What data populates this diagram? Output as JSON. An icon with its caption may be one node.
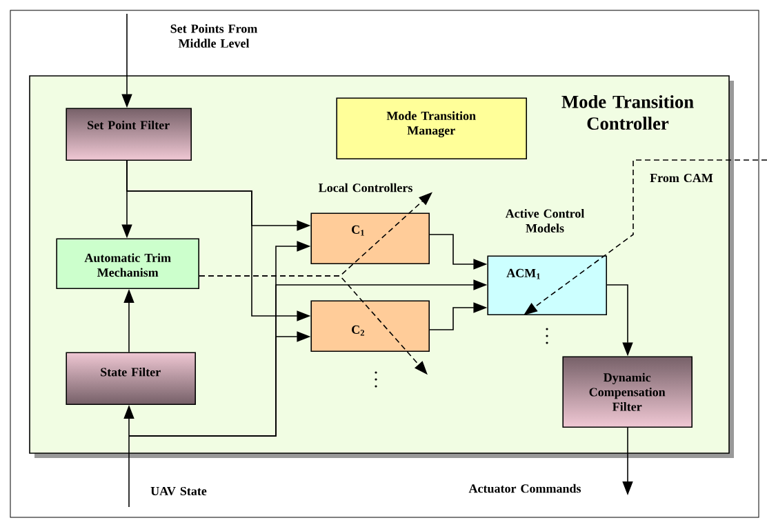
{
  "diagram": {
    "nodes": [
      {
        "text": [
          "Mode Transition Controller"
        ]
      },
      {
        "text": [
          "Set Point Filter"
        ],
        "in": 0
      },
      {
        "text": [
          "Mode Transition Manager"
        ],
        "in": 0
      },
      {
        "text": [
          "Automatic Trim Mechanism"
        ],
        "in": 0
      },
      {
        "text": [
          "C$_{1}$"
        ],
        "in": 0
      },
      {
        "text": [
          "ACM$_{1}$"
        ],
        "in": 0
      },
      {
        "text": [
          "C$_{2}$"
        ],
        "in": 0
      },
      {
        "text": [
          "State Filter"
        ],
        "in": 0
      },
      {
        "text": [
          "Dynamic Compensation Filter"
        ],
        "in": 0
      }
    ],
    "edges": [
      {
        "from": null,
        "to": 1,
        "arrow": "to",
        "label": "Set Points From Middle Level"
      },
      {
        "from": 1,
        "to": 3,
        "arrow": "to"
      },
      {
        "from": 1,
        "to": 4,
        "arrow": "to"
      },
      {
        "from": 1,
        "to": 6,
        "arrow": "to"
      },
      {
        "from": 7,
        "to": 3,
        "arrow": "to"
      },
      {
        "from": null,
        "to": 7,
        "arrow": "to",
        "label": "UAV State"
      },
      {
        "from": null,
        "to": 4,
        "arrow": "to"
      },
      {
        "from": null,
        "to": 6,
        "arrow": "to"
      },
      {
        "from": null,
        "to": 5,
        "arrow": "to"
      },
      {
        "from": 4,
        "to": 5,
        "arrow": "to"
      },
      {
        "from": 6,
        "to": 5,
        "arrow": "to"
      },
      {
        "from": 5,
        "to": 8,
        "arrow": "to"
      },
      {
        "from": 8,
        "to": null,
        "arrow": "to",
        "label": "Actuator Commands"
      },
      {
        "from": 3,
        "to": 4,
        "arrow": "to",
        "style": "dashed"
      },
      {
        "from": 3,
        "to": 6,
        "arrow": "to",
        "style": "dashed"
      },
      {
        "from": null,
        "to": 5,
        "arrow": "to",
        "style": "dashed",
        "label": "From CAM"
      }
    ],
    "labels": [
      "Local Controllers",
      "Active Control Models"
    ]
  }
}
